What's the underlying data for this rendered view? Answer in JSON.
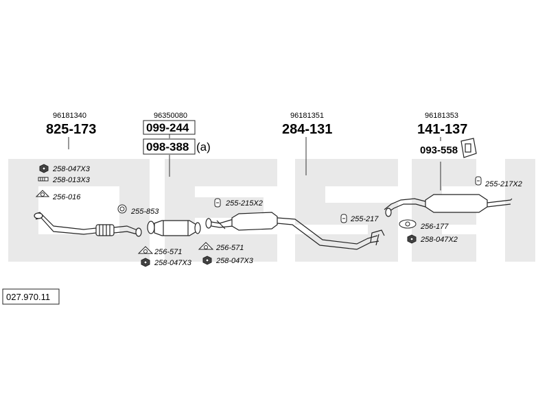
{
  "diagram": {
    "reference": "027.970.11",
    "groups": [
      {
        "oem": "96181340",
        "main": "825-173"
      },
      {
        "oem": "96350080",
        "main": "099-244",
        "alt": "098-388",
        "alt_suffix": "(a)"
      },
      {
        "oem": "96181351",
        "main": "284-131"
      },
      {
        "oem": "96181353",
        "main": "141-137",
        "accessory": "093-558"
      }
    ],
    "parts": [
      "258-047X3",
      "258-013X3",
      "256-016",
      "255-853",
      "256-571",
      "258-047X3",
      "256-571",
      "258-047X3",
      "255-215X2",
      "255-217",
      "255-217X2",
      "256-177",
      "258-047X2"
    ]
  }
}
